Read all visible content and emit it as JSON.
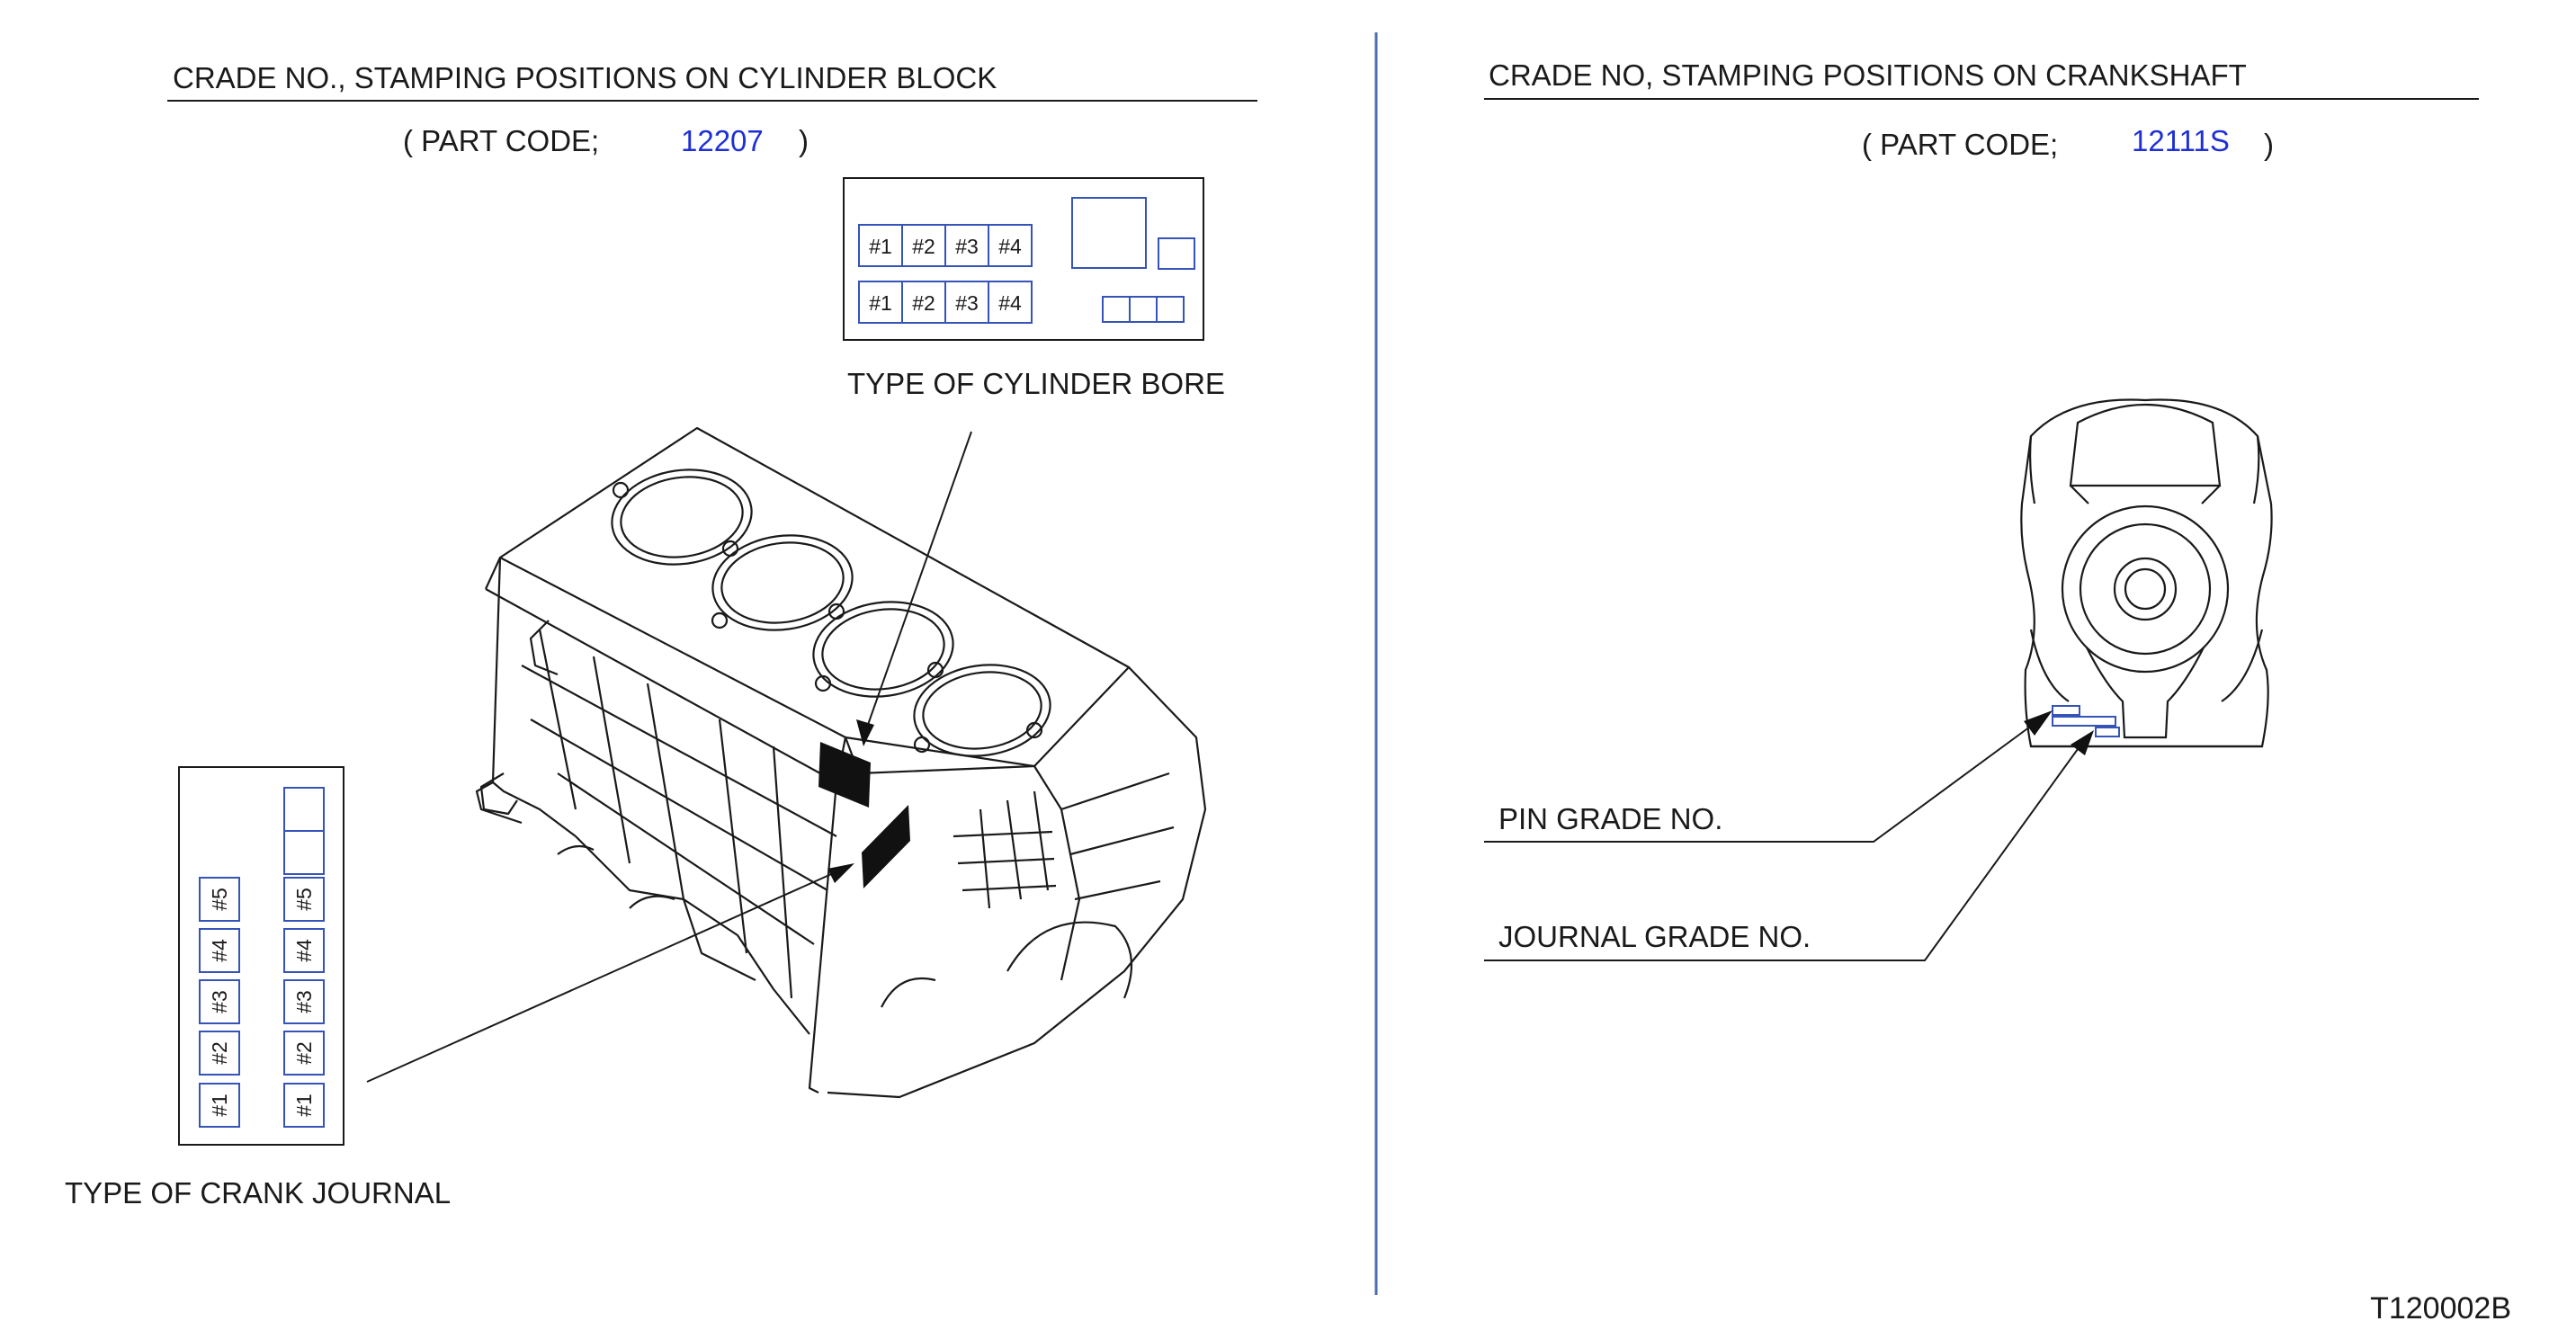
{
  "left_panel": {
    "title": "CRADE NO., STAMPING POSITIONS ON CYLINDER BLOCK",
    "part_code_label": "( PART  CODE;",
    "part_code_value": "12207",
    "part_code_close": ")",
    "bore_box": {
      "row1": [
        "#1",
        "#2",
        "#3",
        "#4"
      ],
      "row2": [
        "#1",
        "#2",
        "#3",
        "#4"
      ]
    },
    "bore_caption": "TYPE  OF  CYLINDER  BORE",
    "journal_box": {
      "col_left": [
        "#5",
        "#4",
        "#3",
        "#2",
        "#1"
      ],
      "col_right": [
        "#5",
        "#4",
        "#3",
        "#2",
        "#1"
      ]
    },
    "journal_caption": "TYPE  OF  CRANK  JOURNAL"
  },
  "right_panel": {
    "title": "CRADE  NO,  STAMPING  POSITIONS  ON  CRANKSHAFT",
    "part_code_label": "( PART  CODE;",
    "part_code_value": "12111S",
    "part_code_close": ")",
    "pin_label": "PIN  GRADE  NO.",
    "journal_label": "JOURNAL  GRADE  NO."
  },
  "figure_id": "T120002B"
}
